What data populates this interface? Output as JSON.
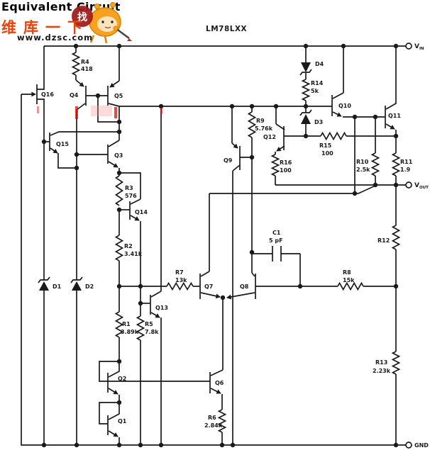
{
  "header": {
    "title": "Equivalent Circuit",
    "chip": "LM78LXX"
  },
  "watermark": {
    "brand_text": "维库一下",
    "site_url": "www.dzsc.com",
    "badge_char": "找"
  },
  "terminals": {
    "vin": {
      "main": "V",
      "sub": "IN"
    },
    "vout": {
      "main": "V",
      "sub": "OUT"
    },
    "gnd": {
      "label": "GND"
    }
  },
  "components": {
    "q1": {
      "label": "Q1"
    },
    "q2": {
      "label": "Q2"
    },
    "q3": {
      "label": "Q3"
    },
    "q4": {
      "label": "Q4"
    },
    "q5": {
      "label": "Q5"
    },
    "q6": {
      "label": "Q6"
    },
    "q7": {
      "label": "Q7"
    },
    "q8": {
      "label": "Q8"
    },
    "q9": {
      "label": "Q9"
    },
    "q10": {
      "label": "Q10"
    },
    "q11": {
      "label": "Q11"
    },
    "q12": {
      "label": "Q12"
    },
    "q13": {
      "label": "Q13"
    },
    "q14": {
      "label": "Q14"
    },
    "q15": {
      "label": "Q15"
    },
    "q16": {
      "label": "Q16"
    },
    "r1": {
      "label": "R1",
      "value": "3.89k"
    },
    "r2": {
      "label": "R2",
      "value": "3.41k"
    },
    "r3": {
      "label": "R3",
      "value": "576"
    },
    "r4": {
      "label": "R4",
      "value": "418"
    },
    "r5": {
      "label": "R5",
      "value": "7.8k"
    },
    "r6": {
      "label": "R6",
      "value": "2.84k"
    },
    "r7": {
      "label": "R7",
      "value": "13k"
    },
    "r8": {
      "label": "R8",
      "value": "15k"
    },
    "r9": {
      "label": "R9",
      "value": "5.76k"
    },
    "r10": {
      "label": "R10",
      "value": "2.5k"
    },
    "r11": {
      "label": "R11",
      "value": "1.9"
    },
    "r12": {
      "label": "R12"
    },
    "r13": {
      "label": "R13",
      "value": "2.23k"
    },
    "r14": {
      "label": "R14",
      "value": "5k"
    },
    "r15": {
      "label": "R15",
      "value": "100"
    },
    "r16": {
      "label": "R16",
      "value": "100"
    },
    "c1": {
      "label": "C1",
      "value": "5 pF"
    },
    "d1": {
      "label": "D1"
    },
    "d2": {
      "label": "D2"
    },
    "d3": {
      "label": "D3"
    },
    "d4": {
      "label": "D4"
    }
  },
  "colors": {
    "ink": "#1a1a1a",
    "watermark_red": "#e8430d",
    "mascot_orange": "#f6a21f",
    "badge_red": "#9e1b1b"
  }
}
